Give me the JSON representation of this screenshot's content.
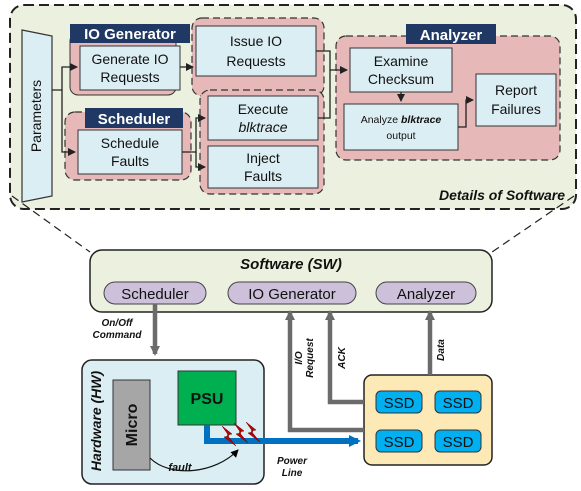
{
  "details": {
    "title": "Details of Software",
    "parameters": "Parameters",
    "io_generator": {
      "header": "IO Generator",
      "generate_line1": "Generate IO",
      "generate_line2": "Requests",
      "issue_line1": "Issue IO",
      "issue_line2": "Requests"
    },
    "scheduler": {
      "header": "Scheduler",
      "schedule_line1": "Schedule",
      "schedule_line2": "Faults",
      "execute_line1": "Execute",
      "execute_line2": "blktrace",
      "inject_line1": "Inject",
      "inject_line2": "Faults"
    },
    "analyzer": {
      "header": "Analyzer",
      "examine_line1": "Examine",
      "examine_line2": "Checksum",
      "analyze_prefix": "Analyze ",
      "analyze_italic": "blktrace",
      "analyze_line2": "output",
      "report_line1": "Report",
      "report_line2": "Failures"
    }
  },
  "software": {
    "title": "Software (SW)",
    "scheduler": "Scheduler",
    "io_generator": "IO Generator",
    "analyzer": "Analyzer"
  },
  "hardware": {
    "title": "Hardware (HW)",
    "micro": "Micro",
    "psu": "PSU",
    "fault": "fault"
  },
  "ssds": [
    "SSD",
    "SSD",
    "SSD",
    "SSD"
  ],
  "links": {
    "onoff_line1": "On/Off",
    "onoff_line2": "Command",
    "io_request_line1": "I/O",
    "io_request_line2": "Request",
    "ack": "ACK",
    "data": "Data",
    "power_line1": "Power",
    "power_line2": "Line"
  },
  "colors": {
    "details_bg": "#ebf1de",
    "pink": "#e6b9b8",
    "header_bg": "#1f3864",
    "sw_bg": "#ebf1de",
    "pill": "#ccc0da",
    "hw_bg": "#dbeef4",
    "micro": "#a6a6a6",
    "psu": "#00b050",
    "ssd_box": "#fde9b6",
    "ssd": "#00b0f0",
    "power": "#0070c0",
    "bolt": "#c00000"
  }
}
